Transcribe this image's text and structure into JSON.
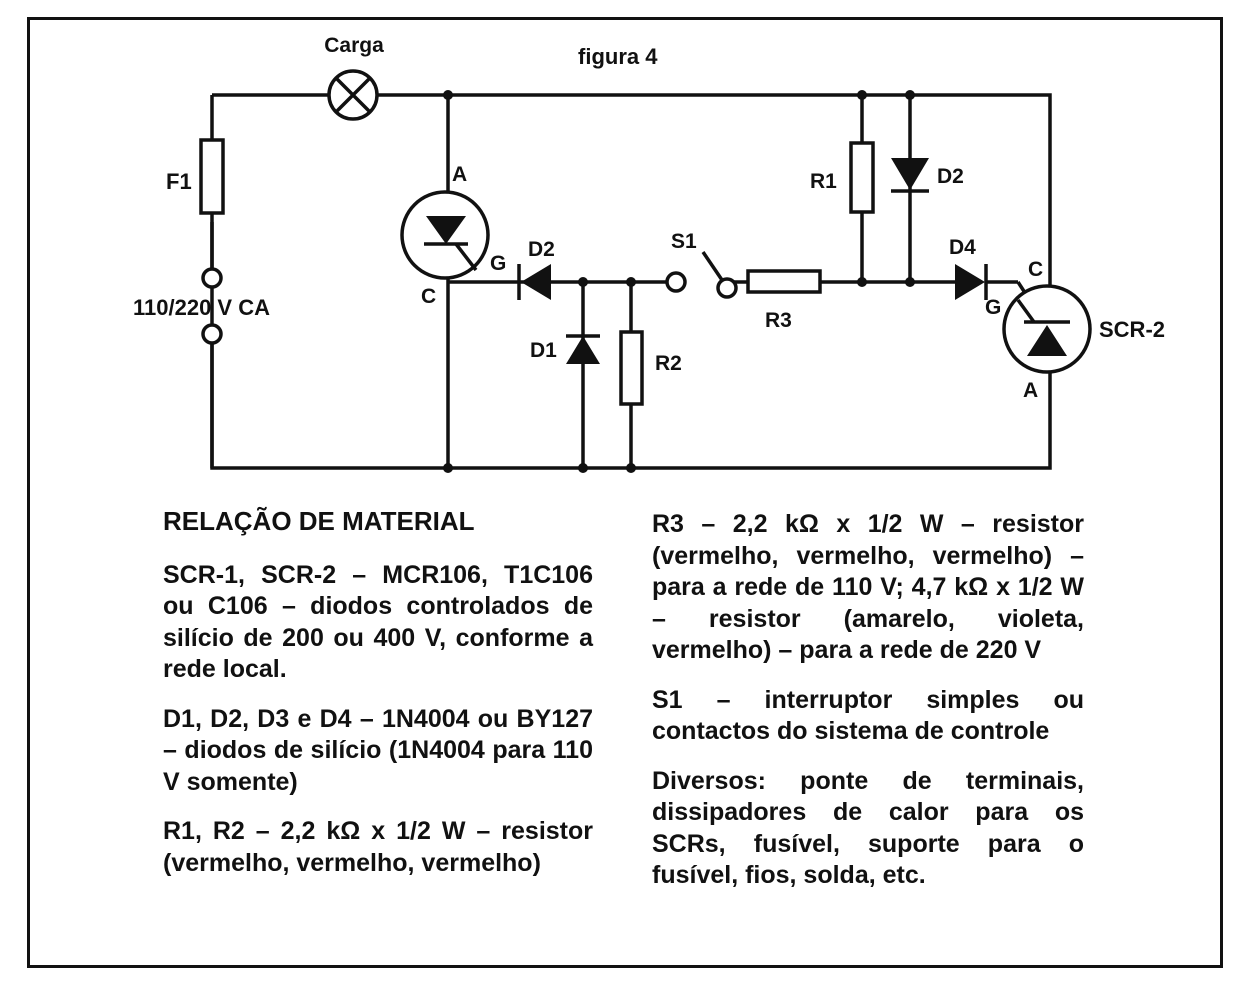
{
  "figure": {
    "title": "figura 4",
    "labels": {
      "load": "Carga",
      "fuse": "F1",
      "supply": "110/220 V CA",
      "scr1_anode": "A",
      "scr1_cathode": "C",
      "scr1_gate": "G",
      "diode_d2_left": "D2",
      "diode_d1": "D1",
      "resistor_r2": "R2",
      "switch_s1": "S1",
      "resistor_r3": "R3",
      "resistor_r1": "R1",
      "diode_d2_top": "D2",
      "diode_d4": "D4",
      "scr2_cathode": "C",
      "scr2_gate": "G",
      "scr2_anode": "A",
      "scr2_name": "SCR-2"
    }
  },
  "materials": {
    "heading": "RELAÇÃO DE MATERIAL",
    "left": [
      "SCR-1, SCR-2 – MCR106, T1C106 ou C106 – diodos controlados de silício de 200 ou 400 V, conforme a rede local.",
      "D1, D2, D3 e D4 – 1N4004 ou BY127 – diodos de silício (1N4004 para 110 V somente)",
      "R1, R2 – 2,2 kΩ x 1/2 W – resistor (vermelho, vermelho, vermelho)"
    ],
    "right": [
      "R3 – 2,2 kΩ x 1/2 W – resistor (vermelho, vermelho, vermelho) – para a rede de 110 V; 4,7 kΩ x 1/2 W – resistor (amarelo, violeta, vermelho) – para a rede de 220 V",
      "S1 – interruptor simples ou contactos do sistema de controle",
      "Diversos: ponte de terminais, dissipadores de calor para os SCRs, fusível, suporte para o fusível, fios, solda, etc."
    ]
  }
}
